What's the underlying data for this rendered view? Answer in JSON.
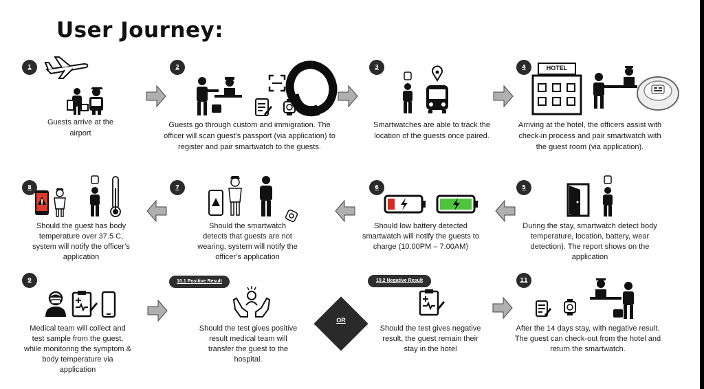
{
  "title": "User Journey:",
  "steps": [
    {
      "num": "1",
      "caption": "Guests arrive at the airport"
    },
    {
      "num": "2",
      "caption": "Guests go through custom and immigration. The officer will scan guest’s passport (via application) to register and pair smartwatch to the guests."
    },
    {
      "num": "3",
      "caption": "Smartwatches are able to track the location of the guests once paired."
    },
    {
      "num": "4",
      "caption": "Arriving at the hotel, the officers assist with check-in process and pair smartwatch with the guest room (via application).",
      "sign": "HOTEL"
    },
    {
      "num": "5",
      "caption": "During the stay, smartwatch detect body temperature, location, battery, wear detection). The report shows on the application"
    },
    {
      "num": "6",
      "caption": "Should low battery detected smartwatch will notify the guests to charge (10.00PM – 7.00AM)"
    },
    {
      "num": "7",
      "caption": "Should the smartwatch detects that guests are not wearing, system will notify the officer’s application"
    },
    {
      "num": "8",
      "caption": "Should the guest has body temperature over 37.5 C, system will notify the officer’s application"
    },
    {
      "num": "9",
      "caption": "Medical team will collect and test sample from the guest, while monitoring the symptom & body temperature via application"
    },
    {
      "num": "10.1 Positive Result",
      "caption": "Should the test gives positive result medical team will transfer the guest to the hospital."
    },
    {
      "num": "10.2 Negative Result",
      "caption": "Should the test gives negative result, the guest remain their stay in the hotel"
    },
    {
      "num": "11",
      "caption": "After the 14 days stay, with negative result. The guest can check-out from the hotel and return the smartwatch."
    }
  ],
  "or_label": "OR",
  "colors": {
    "dark": "#1e1e1e",
    "arrow_gray": "#a9a9a9",
    "battery_red": "#d42a20",
    "battery_green": "#4ec43c",
    "phone_red": "#e23a2a"
  }
}
